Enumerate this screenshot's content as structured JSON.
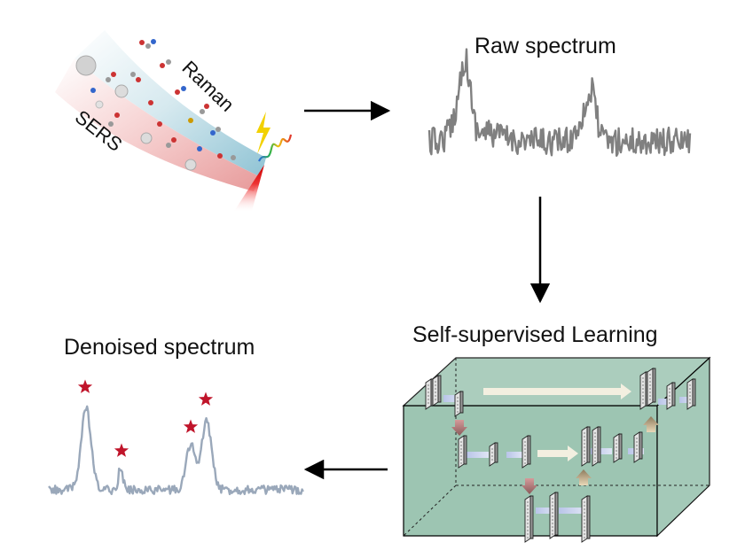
{
  "sample": {
    "raman_label": "Raman",
    "sers_label": "SERS"
  },
  "raw": {
    "title": "Raw spectrum",
    "color": "#808080"
  },
  "network": {
    "title": "Self-supervised Learning",
    "box_color": "#9dc5b2"
  },
  "denoised": {
    "title": "Denoised spectrum",
    "color": "#9aa8ba",
    "star_color": "#c0142a"
  }
}
